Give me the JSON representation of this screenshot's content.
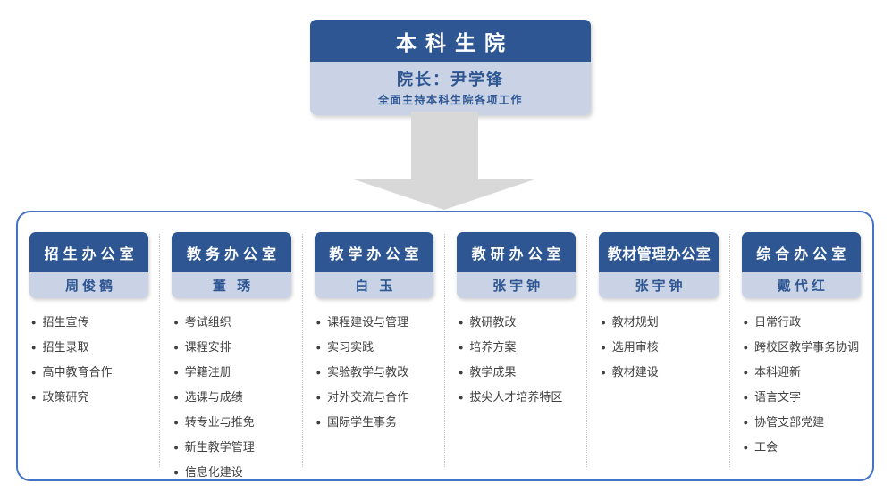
{
  "org": {
    "title": "本科生院",
    "leader": "院长：尹学锋",
    "leader_duty": "全面主持本科生院各项工作"
  },
  "departments": [
    {
      "name": "招生办公室",
      "head": "周俊鹤",
      "duties": [
        "招生宣传",
        "招生录取",
        "高中教育合作",
        "政策研究"
      ]
    },
    {
      "name": "教务办公室",
      "head": "董 琇",
      "duties": [
        "考试组织",
        "课程安排",
        "学籍注册",
        "选课与成绩",
        "转专业与推免",
        "新生教学管理",
        "信息化建设"
      ]
    },
    {
      "name": "教学办公室",
      "head": "白 玉",
      "duties": [
        "课程建设与管理",
        "实习实践",
        "实验教学与教改",
        "对外交流与合作",
        "国际学生事务"
      ]
    },
    {
      "name": "教研办公室",
      "head": "张宇钟",
      "duties": [
        "教研教改",
        "培养方案",
        "教学成果",
        "拔尖人才培养特区"
      ]
    },
    {
      "name": "教材管理办公室",
      "head": "张宇钟",
      "duties": [
        "教材规划",
        "选用审核",
        "教材建设"
      ]
    },
    {
      "name": "综合办公室",
      "head": "戴代红",
      "duties": [
        "日常行政",
        "跨校区教学事务协调",
        "本科迎新",
        "语言文字",
        "协管支部党建",
        "工会"
      ]
    }
  ],
  "colors": {
    "primary_blue": "#2e5693",
    "band_blue": "#c9d3e5",
    "panel_border_blue": "#4472c4",
    "arrow_gray": "#d8d8d8",
    "duty_text": "#404040"
  },
  "icons": {
    "bullet": "●",
    "down_arrow": "block-down-arrow"
  }
}
